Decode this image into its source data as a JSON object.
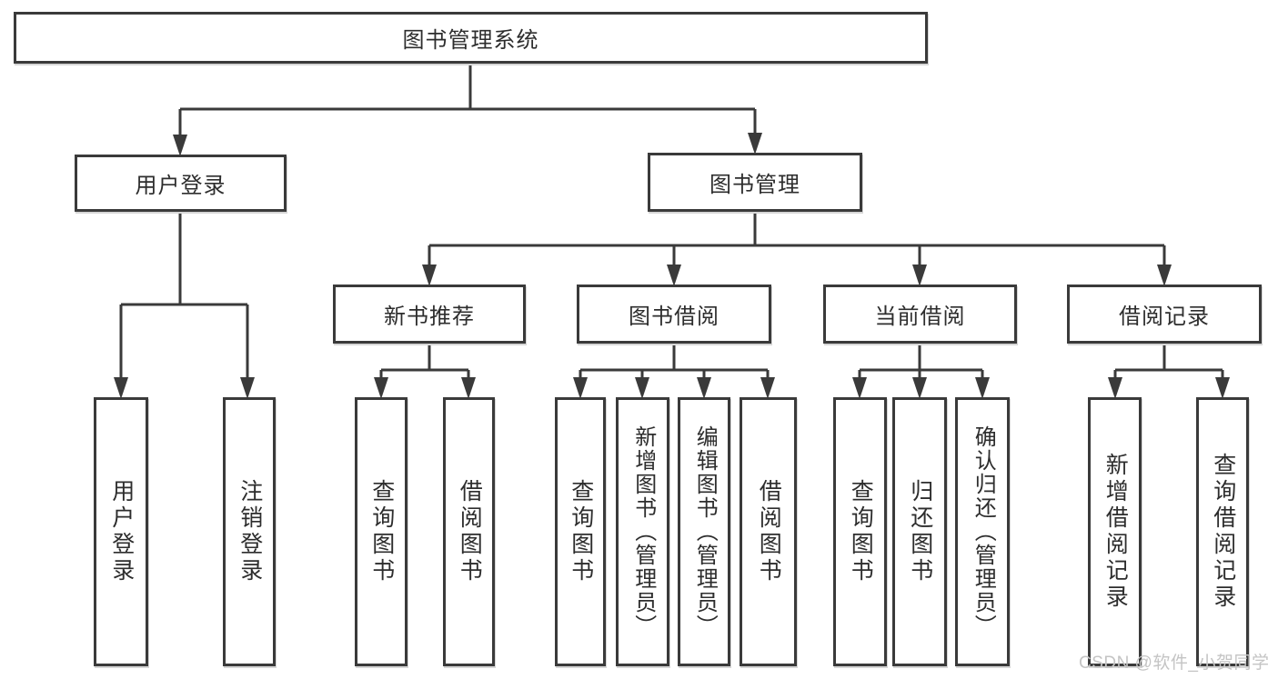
{
  "diagram": {
    "type": "hierarchy-tree",
    "colors": {
      "line": "#3a3a3a",
      "box_border": "#3a3a3a",
      "text": "#2d2d2d",
      "background": "#ffffff",
      "watermark_text": "#c4c4c4"
    },
    "nodes": {
      "root": "图书管理系统",
      "user_login": "用户登录",
      "book_mgmt": "图书管理",
      "new_books": "新书推荐",
      "book_borrow": "图书借阅",
      "current_borrow": "当前借阅",
      "borrow_records": "借阅记录",
      "leaf_user_login": "用户登录",
      "leaf_logout": "注销登录",
      "nb_query": "查询图书",
      "nb_borrow": "借阅图书",
      "bb_query": "查询图书",
      "bb_add": "新增图书（管理员）",
      "bb_edit": "编辑图书（管理员）",
      "bb_borrow": "借阅图书",
      "cb_query": "查询图书",
      "cb_return": "归还图书",
      "cb_confirm": "确认归还（管理员）",
      "br_add": "新增借阅记录",
      "br_query": "查询借阅记录"
    },
    "edges": [
      [
        "root",
        "user_login"
      ],
      [
        "root",
        "book_mgmt"
      ],
      [
        "user_login",
        "leaf_user_login"
      ],
      [
        "user_login",
        "leaf_logout"
      ],
      [
        "book_mgmt",
        "new_books"
      ],
      [
        "book_mgmt",
        "book_borrow"
      ],
      [
        "book_mgmt",
        "current_borrow"
      ],
      [
        "book_mgmt",
        "borrow_records"
      ],
      [
        "new_books",
        "nb_query"
      ],
      [
        "new_books",
        "nb_borrow"
      ],
      [
        "book_borrow",
        "bb_query"
      ],
      [
        "book_borrow",
        "bb_add"
      ],
      [
        "book_borrow",
        "bb_edit"
      ],
      [
        "book_borrow",
        "bb_borrow"
      ],
      [
        "current_borrow",
        "cb_query"
      ],
      [
        "current_borrow",
        "cb_return"
      ],
      [
        "current_borrow",
        "cb_confirm"
      ],
      [
        "borrow_records",
        "br_add"
      ],
      [
        "borrow_records",
        "br_query"
      ]
    ],
    "watermark": "CSDN @软件_小贺同学"
  }
}
